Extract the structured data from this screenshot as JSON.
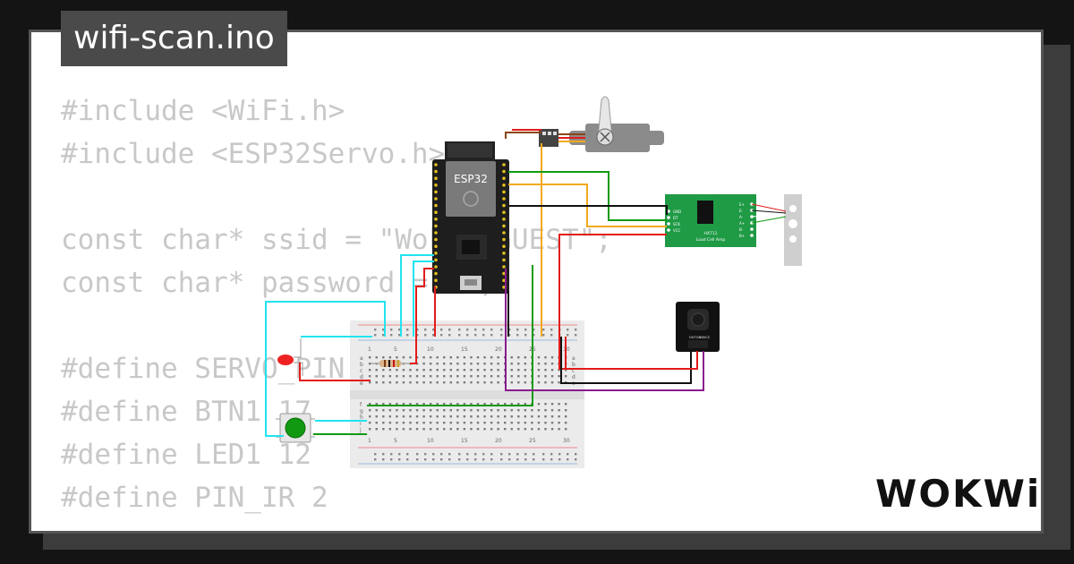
{
  "header": {
    "filename": "wifi-scan.ino"
  },
  "code_lines": [
    "#include <WiFi.h>",
    "#include <ESP32Servo.h>",
    "",
    "const char* ssid = \"Wokwi-GUEST\";",
    "const char* password = \"\";",
    "",
    "#define SERVO_PIN 18",
    "#define BTN1 17",
    "#define LED1 12",
    "#define PIN_IR 2"
  ],
  "diagram": {
    "esp32_label": "ESP32",
    "hx711_title": "HX711",
    "hx711_subtitle": "Load Cell Amp",
    "hx711_left_pins": [
      "GND",
      "DT",
      "SCK",
      "VCC"
    ],
    "hx711_right_pins": [
      "E+",
      "E-",
      "A-",
      "A+",
      "B-",
      "B+"
    ],
    "ir_pins": [
      "OUT",
      "GND",
      "VCC"
    ],
    "breadboard_cols_top": [
      "1",
      "5",
      "10",
      "15",
      "20",
      "25",
      "30"
    ],
    "breadboard_cols_bottom": [
      "1",
      "5",
      "10",
      "15",
      "20",
      "25",
      "30"
    ],
    "breadboard_rows_left": [
      "a",
      "b",
      "c",
      "d",
      "e"
    ],
    "breadboard_rows_right": [
      "j",
      "i",
      "h",
      "g",
      "f"
    ],
    "wire_colors": {
      "cyan": "#21e3f0",
      "red": "#e21b1b",
      "green": "#119a11",
      "black": "#111111",
      "purple": "#8a1a8f",
      "orange": "#f3a91a",
      "brown": "#8b4513"
    }
  },
  "branding": {
    "logo": "WOKWi"
  }
}
